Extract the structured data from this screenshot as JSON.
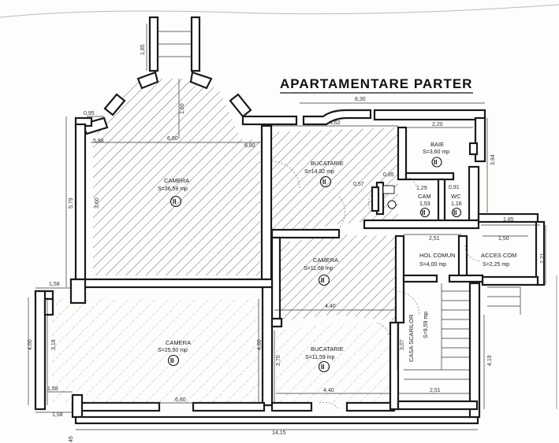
{
  "title": "APARTAMENTARE PARTER",
  "rooms": [
    {
      "name": "CAMERA",
      "area": "S=36,59 mp",
      "level": "II"
    },
    {
      "name": "BUCATARIE",
      "area": "S=14,92 mp",
      "level": "II"
    },
    {
      "name": "BAIE",
      "area": "S=3,60 mp",
      "level": "II"
    },
    {
      "name": "CAM",
      "area": "1,53",
      "level": "II"
    },
    {
      "name": "WC",
      "area": "1,16",
      "level": "II"
    },
    {
      "name": "CAMERA",
      "area": "S=11,68 mp",
      "level": "II"
    },
    {
      "name": "HOL COMUN",
      "area": "S=4,00 mp"
    },
    {
      "name": "ACCES COM",
      "area": "S=2,25 mp"
    },
    {
      "name": "CAMERA",
      "area": "S=25,50 mp",
      "level": "II"
    },
    {
      "name": "BUCATARIE",
      "area": "S=11,59 mp",
      "level": "II"
    },
    {
      "name": "CASA SCARILOR",
      "area": "S=9,59 mp"
    }
  ],
  "dimensions": {
    "d_1_85_top": "1,85",
    "d_0_95": "0,95",
    "d_8_30": "8,30",
    "d_4_62": "4,62",
    "d_2_20": "2,20",
    "d_6_80_a": "6,80",
    "d_5_88": "5,88",
    "d_6_80_b": "6,80",
    "d_3_94": "3,94",
    "d_5_79": "5,79",
    "d_3_60": "3,60",
    "d_1_29": "1,29",
    "d_0_91": "0,91",
    "d_0_85": "0,85",
    "d_0_57": "0,57",
    "d_1_85_right": "1,85",
    "d_2_51_a": "2,51",
    "d_1_50_right": "1,50",
    "d_2_21": "2,21",
    "d_4_40_a": "4,40",
    "d_1_58_a": "1,58",
    "d_4_00": "4,00",
    "d_3_18": "3,18",
    "d_4_00_b": "4,00",
    "d_2_70": "2,70",
    "d_3_07": "3,07",
    "d_4_19": "4,19",
    "d_1_58_b": "1,58",
    "d_6_80_c": "6,80",
    "d_4_40_b": "4,40",
    "d_2_51_b": "2,51",
    "d_1_58_c": "1,58",
    "d_14_15": "14,15",
    "d_45": "45",
    "d_1_60": "1,60"
  }
}
